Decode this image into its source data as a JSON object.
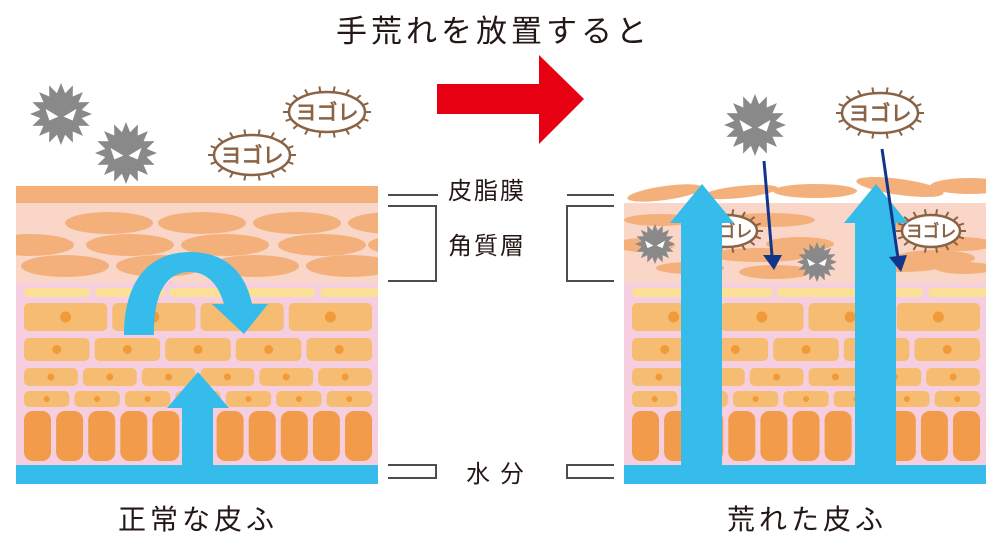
{
  "title": "手荒れを放置すると",
  "labels": {
    "sebum_membrane": "皮脂膜",
    "stratum_corneum": "角質層",
    "moisture": "水分"
  },
  "captions": {
    "normal_skin": "正常な皮ふ",
    "rough_skin": "荒れた皮ふ"
  },
  "dirt_label": "ヨゴレ",
  "icons": {
    "germ": "germ-icon",
    "dirt": "dirt-icon",
    "transition_arrow": "arrow-right-icon",
    "moisture_arrow": "arrow-up-icon",
    "intrusion_arrow": "arrow-down-icon"
  },
  "colors": {
    "transition_arrow": "#e60012",
    "moisture": "#35bceb",
    "intrusion_arrow": "#12358c",
    "sebum": "#f4b07a",
    "horny_bg": "#f9d6c8",
    "epidermis_bg": "#f5cfe0",
    "cell": "#f6bd72",
    "nucleus": "#f29a38",
    "basal_cell": "#f29b4b",
    "granular": "#fde098",
    "germ": "#898989",
    "dirt_outline": "#8a6345",
    "text": "#231815"
  }
}
